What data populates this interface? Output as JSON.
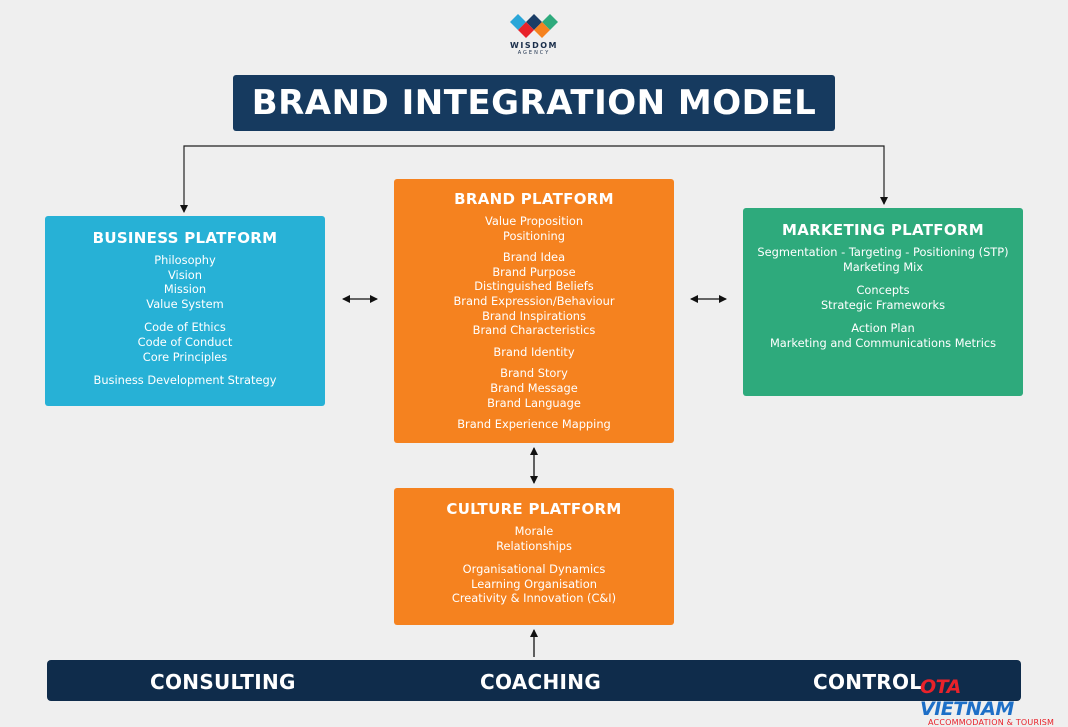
{
  "logo": {
    "name": "WISDOM",
    "sub": "AGENCY",
    "colors": [
      "#2aa6d8",
      "#1b3d66",
      "#e8222a",
      "#f5821f",
      "#2eaa7c"
    ]
  },
  "title": "BRAND INTEGRATION MODEL",
  "business": {
    "title": "BUSINESS PLATFORM",
    "groups": [
      [
        "Philosophy",
        "Vision",
        "Mission",
        "Value System"
      ],
      [
        "Code of Ethics",
        "Code of Conduct",
        "Core Principles"
      ],
      [
        "Business Development Strategy"
      ]
    ]
  },
  "brand": {
    "title": "BRAND PLATFORM",
    "groups": [
      [
        "Value Proposition",
        "Positioning"
      ],
      [
        "Brand Idea",
        "Brand Purpose",
        "Distinguished Beliefs",
        "Brand Expression/Behaviour",
        "Brand Inspirations",
        "Brand Characteristics"
      ],
      [
        "Brand Identity"
      ],
      [
        "Brand Story",
        "Brand Message",
        "Brand Language"
      ],
      [
        "Brand Experience Mapping"
      ]
    ]
  },
  "marketing": {
    "title": "MARKETING PLATFORM",
    "groups": [
      [
        "Segmentation - Targeting - Positioning (STP)",
        "Marketing Mix"
      ],
      [
        "Concepts",
        "Strategic Frameworks"
      ],
      [
        "Action Plan",
        "Marketing and Communications Metrics"
      ]
    ]
  },
  "culture": {
    "title": "CULTURE PLATFORM",
    "groups": [
      [
        "Morale",
        "Relationships"
      ],
      [
        "Organisational Dynamics",
        "Learning Organisation",
        "Creativity & Innovation (C&I)"
      ]
    ]
  },
  "bottom": {
    "consulting": "CONSULTING",
    "coaching": "COACHING",
    "control": "CONTROL"
  },
  "watermark": {
    "ota": "OTA",
    "vietnam": "VIETNAM",
    "sub": "ACCOMMODATION & TOURISM"
  },
  "colors": {
    "title_bg": "#163a5f",
    "business": "#27b1d6",
    "brand": "#f5821f",
    "marketing": "#2eaa7c",
    "culture": "#f5821f",
    "bottom_bg": "#0f2c4b"
  }
}
